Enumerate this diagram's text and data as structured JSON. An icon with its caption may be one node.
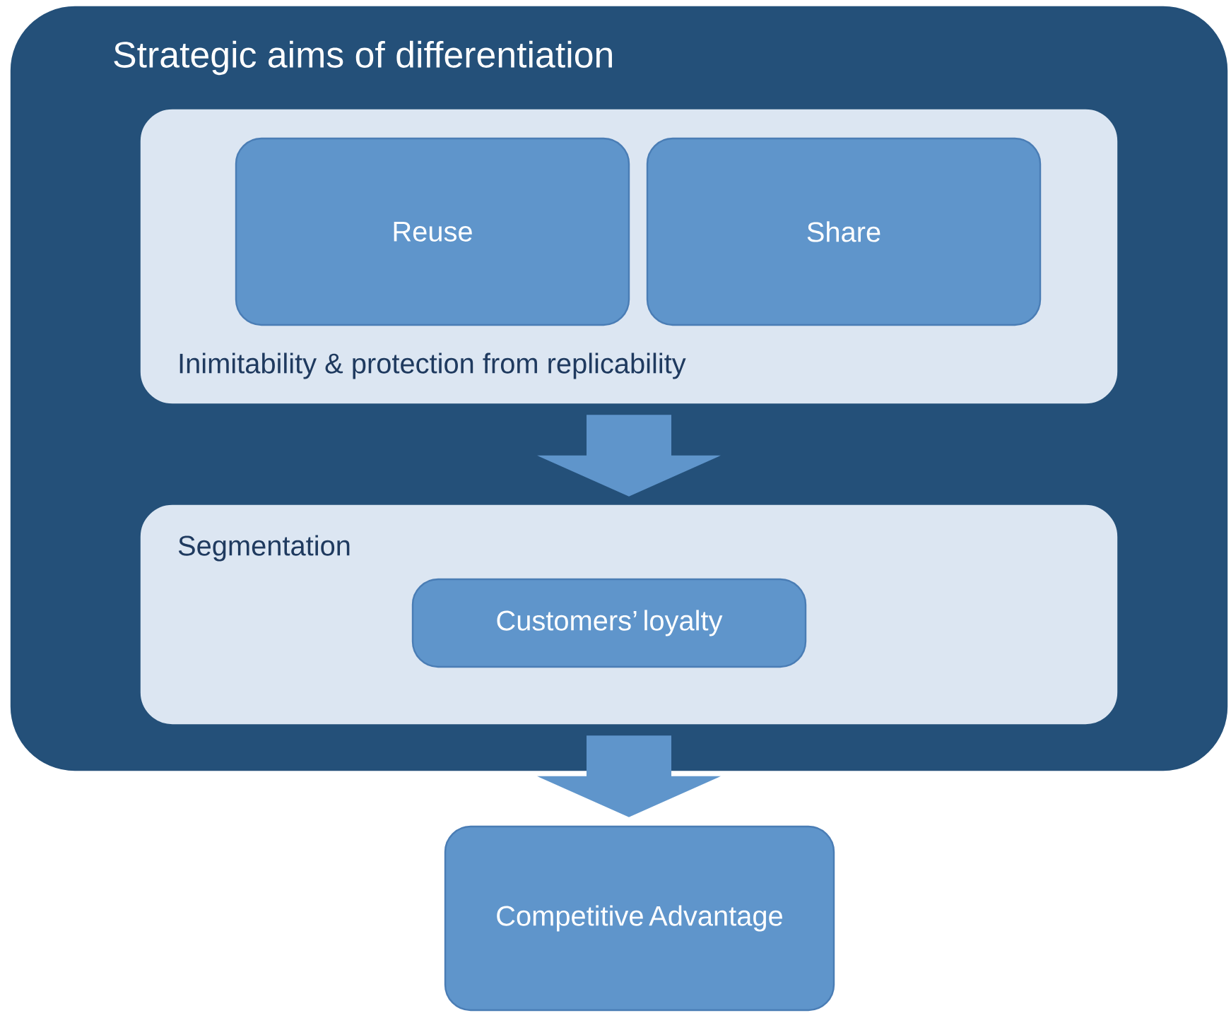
{
  "diagram": {
    "nodes": [
      {
        "text": [
          "Strategic aims of differentiation"
        ]
      },
      {
        "text": [
          "Inimitability & protection from replicability"
        ],
        "in": 0
      },
      {
        "text": [
          "Reuse"
        ],
        "in": 1
      },
      {
        "text": [
          "Share"
        ],
        "in": 1
      },
      {
        "text": [
          "Segmentation"
        ],
        "in": 0
      },
      {
        "text": [
          "Customers’ loyalty"
        ],
        "in": 4
      },
      {
        "text": [
          "Competitive Advantage"
        ]
      }
    ],
    "edges": [
      {
        "from": 1,
        "to": 4,
        "arrow": "to"
      },
      {
        "from": 4,
        "to": 6,
        "arrow": "to"
      }
    ]
  }
}
